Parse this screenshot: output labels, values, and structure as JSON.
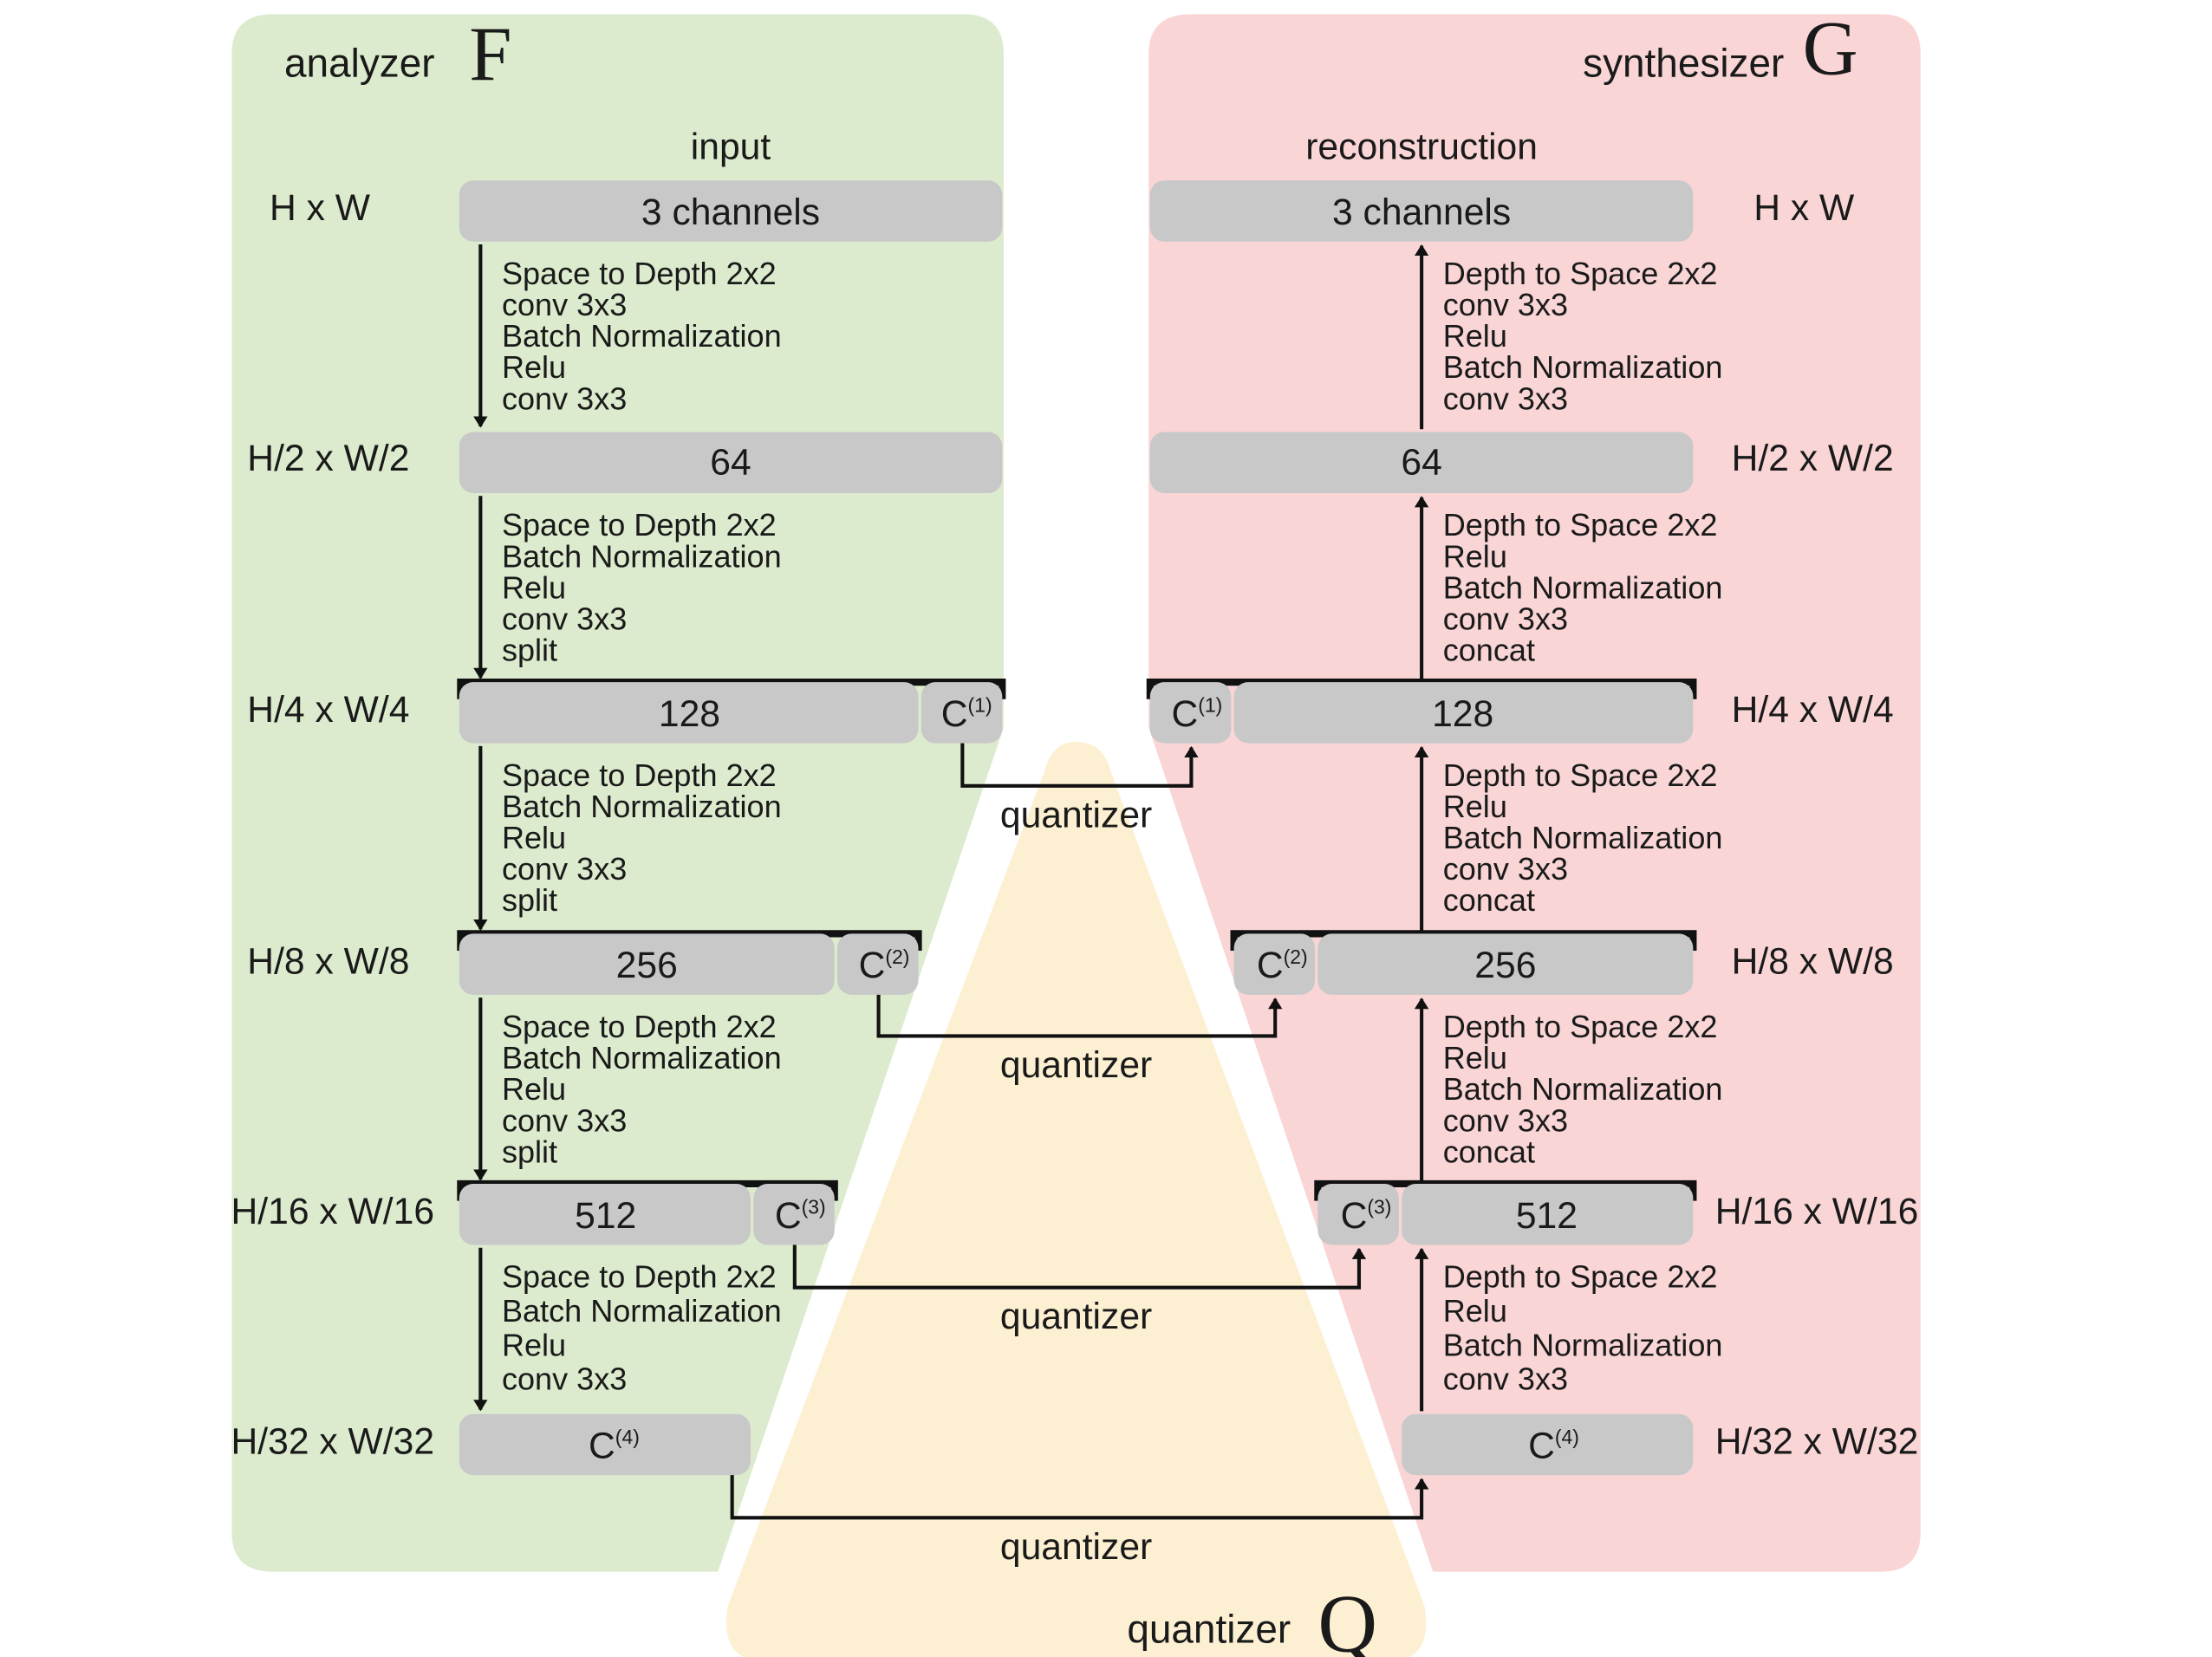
{
  "colors": {
    "analyzer_bg": "#dcebcd",
    "synthesizer_bg": "#f9d5d6",
    "quantizer_bg": "#fdf0d2",
    "box": "#c8c8c8"
  },
  "analyzer": {
    "title": "analyzer",
    "letter": "F",
    "input_label": "input",
    "levels": [
      {
        "dim": "H x W",
        "box": "3 channels"
      },
      {
        "dim": "H/2 x W/2",
        "box": "64"
      },
      {
        "dim": "H/4 x W/4",
        "box": "128",
        "code": "C",
        "code_sup": "(1)"
      },
      {
        "dim": "H/8 x W/8",
        "box": "256",
        "code": "C",
        "code_sup": "(2)"
      },
      {
        "dim": "H/16 x W/16",
        "box": "512",
        "code": "C",
        "code_sup": "(3)"
      },
      {
        "dim": "H/32 x W/32",
        "code": "C",
        "code_sup": "(4)"
      }
    ],
    "ops": [
      [
        "Space to Depth 2x2",
        "conv 3x3",
        "Batch Normalization",
        "Relu",
        "conv 3x3"
      ],
      [
        "Space to Depth 2x2",
        "Batch Normalization",
        "Relu",
        "conv 3x3",
        "split"
      ],
      [
        "Space to Depth 2x2",
        "Batch Normalization",
        "Relu",
        "conv 3x3",
        "split"
      ],
      [
        "Space to Depth 2x2",
        "Batch Normalization",
        "Relu",
        "conv 3x3",
        "split"
      ],
      [
        "Space to Depth 2x2",
        "Batch Normalization",
        "Relu",
        "conv 3x3"
      ]
    ]
  },
  "synthesizer": {
    "title": "synthesizer",
    "letter": "G",
    "output_label": "reconstruction",
    "levels": [
      {
        "dim": "H x W",
        "box": "3 channels"
      },
      {
        "dim": "H/2 x W/2",
        "box": "64"
      },
      {
        "dim": "H/4 x W/4",
        "box": "128",
        "code": "C",
        "code_sup": "(1)"
      },
      {
        "dim": "H/8 x W/8",
        "box": "256",
        "code": "C",
        "code_sup": "(2)"
      },
      {
        "dim": "H/16 x W/16",
        "box": "512",
        "code": "C",
        "code_sup": "(3)"
      },
      {
        "dim": "H/32 x W/32",
        "code": "C",
        "code_sup": "(4)"
      }
    ],
    "ops": [
      [
        "Depth to Space 2x2",
        "conv 3x3",
        "Relu",
        "Batch Normalization",
        "conv 3x3"
      ],
      [
        "Depth to Space 2x2",
        "Relu",
        "Batch Normalization",
        "conv 3x3",
        "concat"
      ],
      [
        "Depth to Space 2x2",
        "Relu",
        "Batch Normalization",
        "conv 3x3",
        "concat"
      ],
      [
        "Depth to Space 2x2",
        "Relu",
        "Batch Normalization",
        "conv 3x3",
        "concat"
      ],
      [
        "Depth to Space 2x2",
        "Relu",
        "Batch Normalization",
        "conv 3x3"
      ]
    ]
  },
  "quantizer": {
    "title": "quantizer",
    "letter": "Q",
    "link_labels": [
      "quantizer",
      "quantizer",
      "quantizer",
      "quantizer"
    ]
  }
}
